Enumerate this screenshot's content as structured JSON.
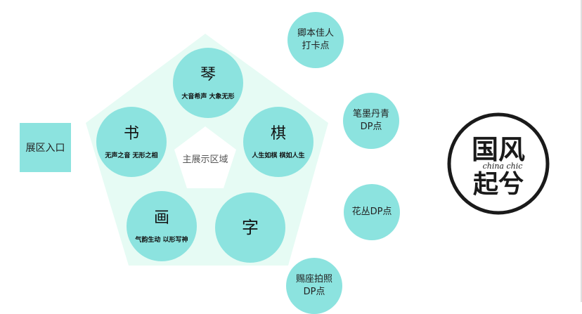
{
  "entrance": {
    "label": "展区入口"
  },
  "main_area": {
    "label": "主展示区域"
  },
  "stations": [
    {
      "title": "琴",
      "subtitle": "大音希声 大象无形"
    },
    {
      "title": "棋",
      "subtitle": "人生如棋 棋如人生"
    },
    {
      "title": "字",
      "subtitle": ""
    },
    {
      "title": "画",
      "subtitle": "气韵生动 以形写神"
    },
    {
      "title": "书",
      "subtitle": "无声之音 无形之相"
    }
  ],
  "checkpoints": [
    {
      "label": "卿本佳人 打卡点"
    },
    {
      "label": "笔墨丹青 DP点"
    },
    {
      "label": "花丛DP点"
    },
    {
      "label": "赐座拍照 DP点"
    }
  ],
  "logo": {
    "line1": "国风",
    "line2": "起兮",
    "latin": "china chic"
  },
  "colors": {
    "circle": "#8ce3df",
    "pentagon": "#e6fbf4",
    "logo_ink": "#1a1a1a"
  }
}
